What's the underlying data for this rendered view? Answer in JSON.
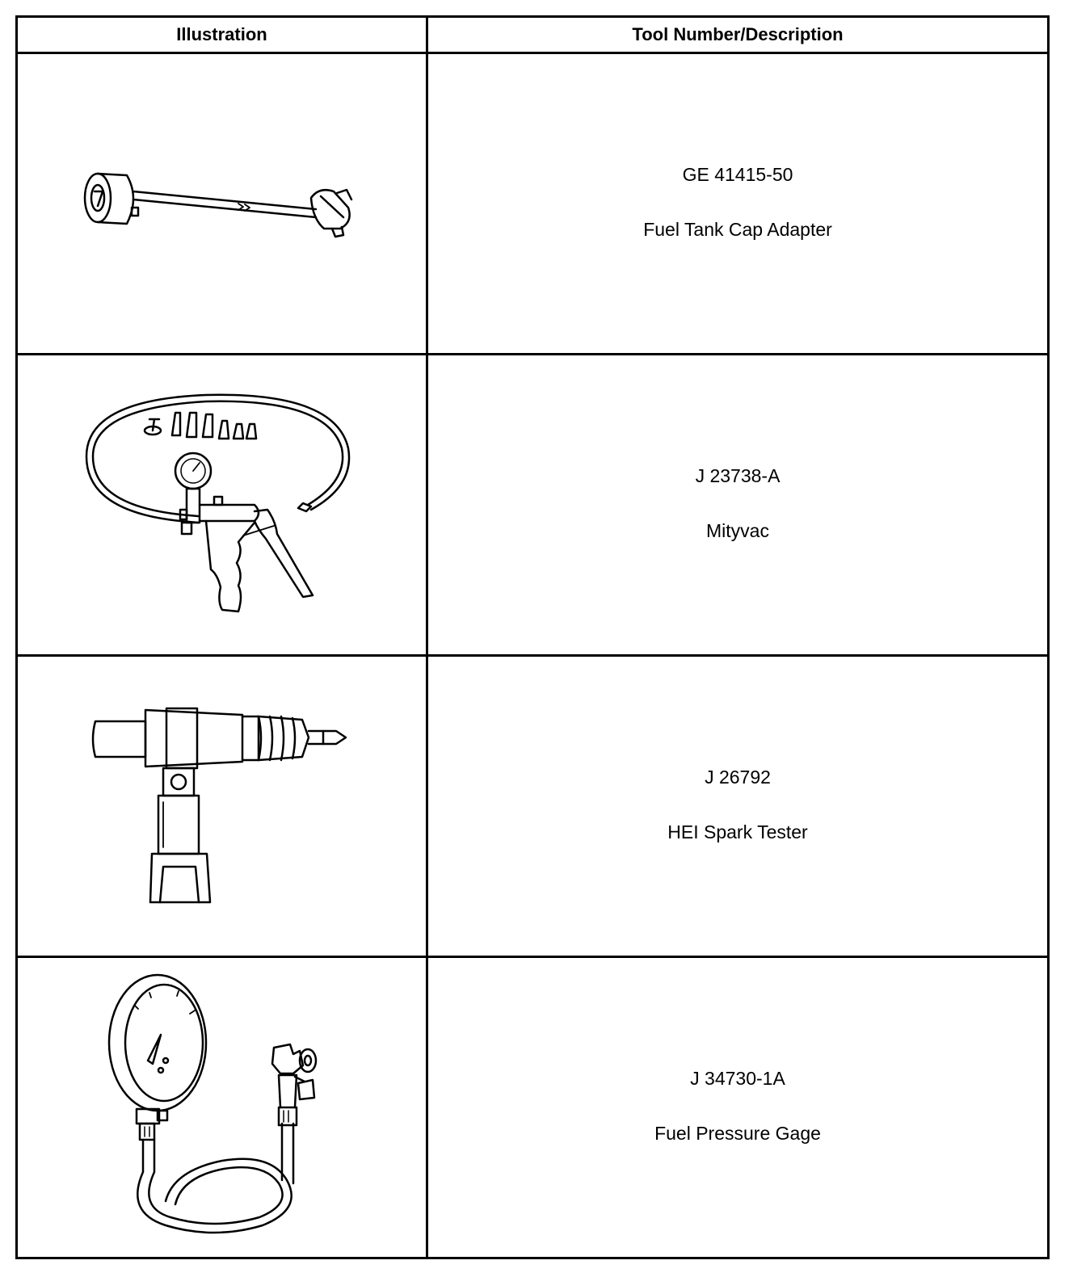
{
  "table": {
    "headers": {
      "illustration": "Illustration",
      "tool": "Tool Number/Description"
    },
    "rows": [
      {
        "tool_number": "GE 41415-50",
        "description": "Fuel Tank Cap Adapter",
        "icon": "fuel-tank-cap-adapter-drawing"
      },
      {
        "tool_number": "J 23738-A",
        "description": "Mityvac",
        "icon": "mityvac-drawing"
      },
      {
        "tool_number": "J 26792",
        "description": "HEI Spark Tester",
        "icon": "spark-tester-drawing"
      },
      {
        "tool_number": "J 34730-1A",
        "description": "Fuel Pressure Gage",
        "icon": "fuel-pressure-gage-drawing"
      }
    ]
  }
}
